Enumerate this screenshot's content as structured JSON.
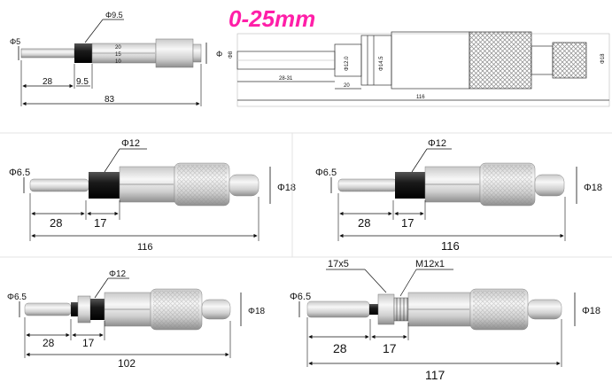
{
  "title": "0-25mm",
  "title_color": "#ff1fa8",
  "colors": {
    "line": "#111111",
    "metal_light": "#f2f2f2",
    "metal_dark": "#9a9a9a",
    "black_part": "#1a1a1a"
  },
  "panels": {
    "p1": {
      "phi_small": "Φ5",
      "phi_collar": "Φ9.5",
      "phi_right": "Φ",
      "len_a": "28",
      "len_b": "9.5",
      "len_total": "83",
      "thimble_marks": [
        "20",
        "15",
        "10"
      ]
    },
    "p2": {
      "phi_spindle": "Φ8",
      "phi_thread": "Φ12.0",
      "phi_barrel": "Φ14.5",
      "phi_tail": "Φ18",
      "len_a": "28-31",
      "len_b": "20",
      "len_total": "116"
    },
    "p3": {
      "phi_spindle": "Φ6.5",
      "phi_collar": "Φ12",
      "phi_head": "Φ18",
      "len_a": "28",
      "len_b": "17",
      "len_total": "116"
    },
    "p4": {
      "phi_spindle": "Φ6.5",
      "phi_collar": "Φ12",
      "phi_head": "Φ18",
      "len_a": "28",
      "len_b": "17",
      "len_total": "116"
    },
    "p5": {
      "phi_spindle": "Φ6.5",
      "phi_collar": "Φ12",
      "phi_head": "Φ18",
      "len_a": "28",
      "len_b": "17",
      "len_total": "102"
    },
    "p6": {
      "phi_spindle": "Φ6.5",
      "nut": "17x5",
      "thread": "M12x1",
      "phi_head": "Φ18",
      "len_a": "28",
      "len_b": "17",
      "len_total": "117"
    }
  }
}
